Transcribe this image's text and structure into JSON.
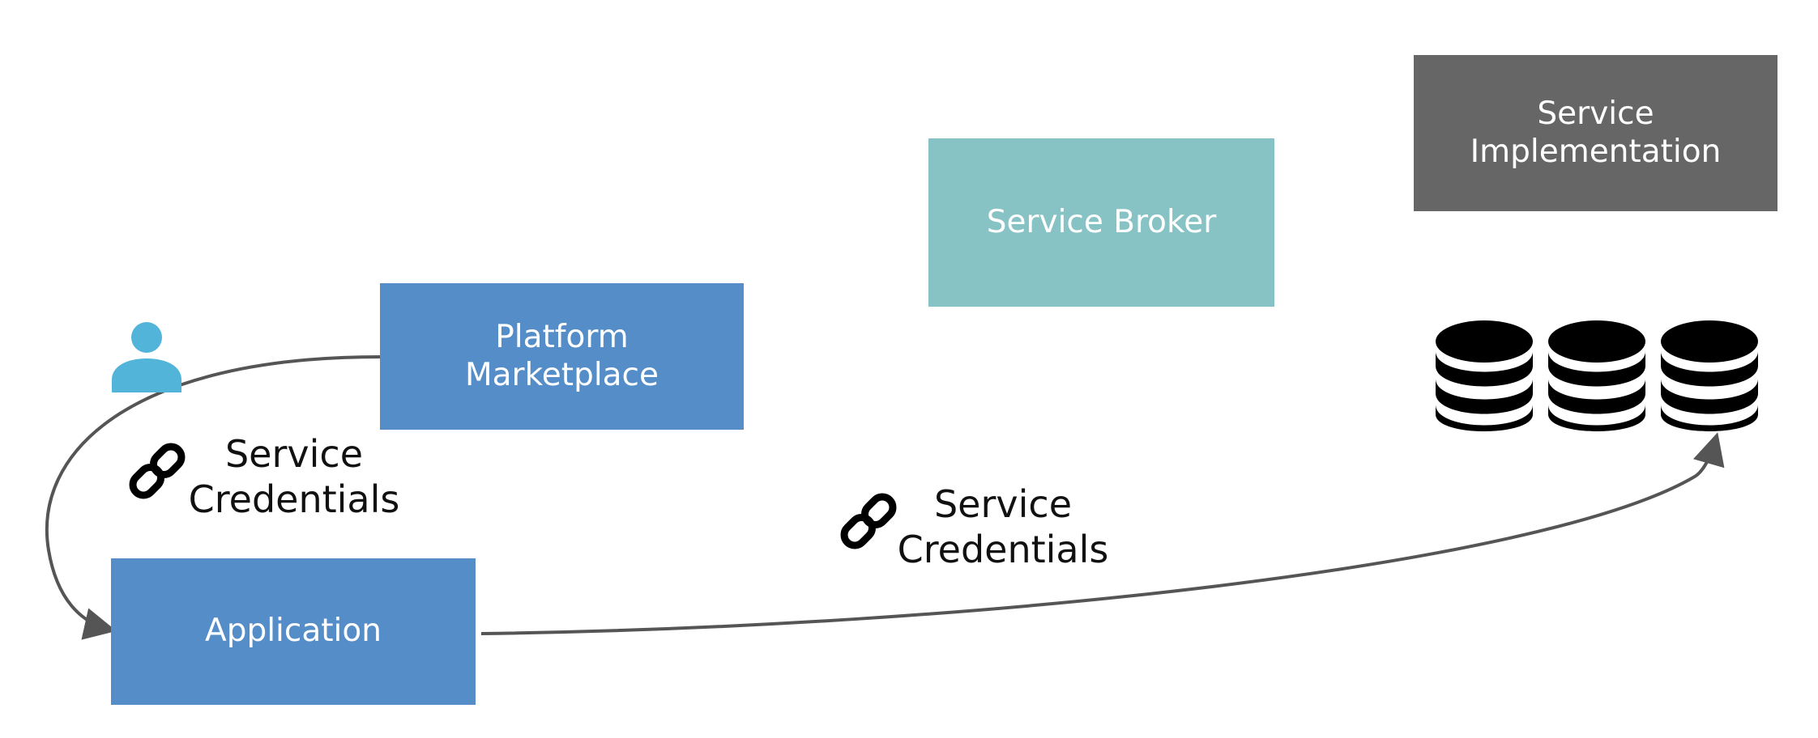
{
  "boxes": {
    "marketplace": "Platform\nMarketplace",
    "application": "Application",
    "broker": "Service Broker",
    "implementation": "Service\nImplementation"
  },
  "credentials": {
    "left": "Service\nCredentials",
    "right": "Service\nCredentials"
  },
  "icons": {
    "user": "user-icon",
    "link": "link-icon",
    "database": "database-icon"
  },
  "colors": {
    "platform_box": "#548dc8",
    "broker_box": "#87c2c5",
    "implementation_box": "#666666",
    "arrow": "#555555",
    "user_icon": "#53b4da",
    "database": "#000000"
  }
}
